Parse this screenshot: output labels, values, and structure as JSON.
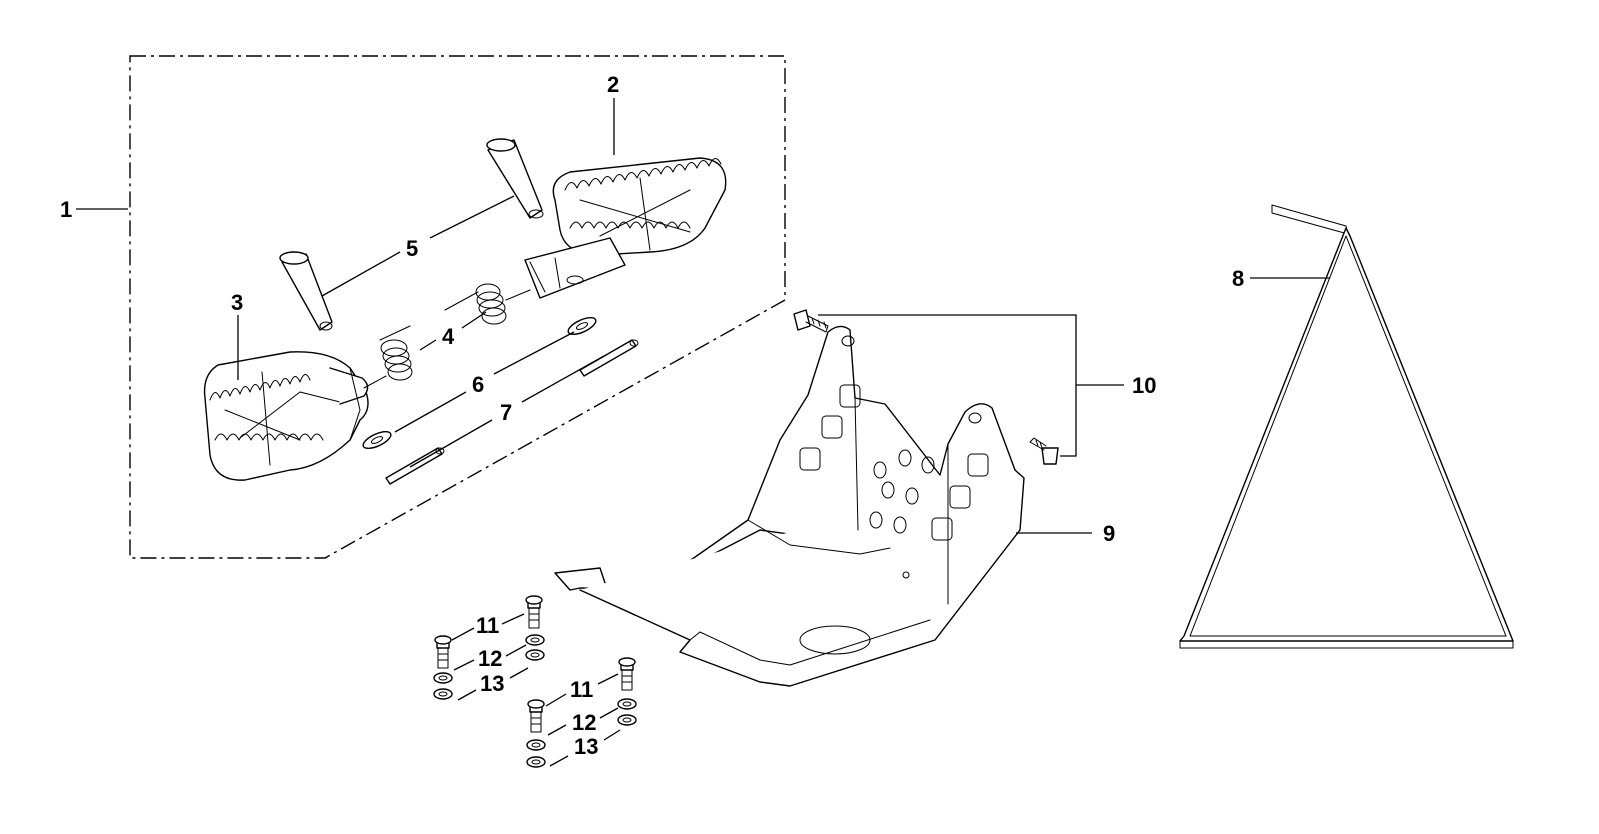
{
  "diagram": {
    "callouts": [
      {
        "id": "c1",
        "label": "1"
      },
      {
        "id": "c2",
        "label": "2"
      },
      {
        "id": "c3",
        "label": "3"
      },
      {
        "id": "c4",
        "label": "4"
      },
      {
        "id": "c5",
        "label": "5"
      },
      {
        "id": "c6",
        "label": "6"
      },
      {
        "id": "c7",
        "label": "7"
      },
      {
        "id": "c8",
        "label": "8"
      },
      {
        "id": "c9",
        "label": "9"
      },
      {
        "id": "c10",
        "label": "10"
      },
      {
        "id": "c11a",
        "label": "11"
      },
      {
        "id": "c12a",
        "label": "12"
      },
      {
        "id": "c13a",
        "label": "13"
      },
      {
        "id": "c11b",
        "label": "11"
      },
      {
        "id": "c12b",
        "label": "12"
      },
      {
        "id": "c13b",
        "label": "13"
      }
    ]
  },
  "colors": {
    "line": "#000000",
    "background": "#ffffff"
  }
}
